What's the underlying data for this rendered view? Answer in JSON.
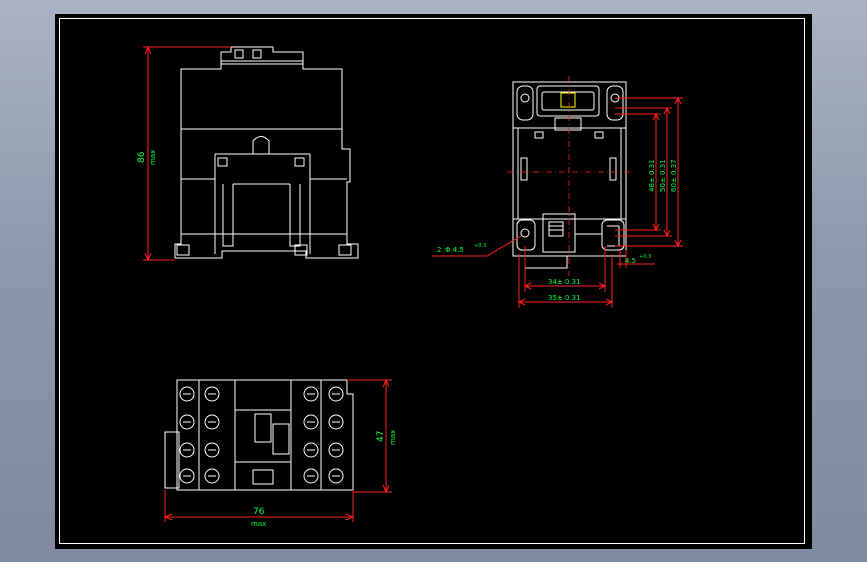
{
  "colors": {
    "background": "#000000",
    "frame": "#ffffff",
    "outline": "#ffffff",
    "dimension": "#ff2020",
    "dimension_text": "#00ff40",
    "accent": "#ffff00"
  },
  "front_view": {
    "height_value": "86",
    "height_unit": "max"
  },
  "side_view": {
    "dim_48": "48± 0.31",
    "dim_50": "50± 0.31",
    "dim_60": "60± 0.37",
    "dim_34": "34± 0.31",
    "dim_35": "35± 0.31",
    "hole_label": "2",
    "hole_diameter": "Φ 4.5",
    "hole_tol": "+0.3",
    "slot_width": "4.5",
    "slot_tol": "+0.3"
  },
  "top_view": {
    "width_value": "76",
    "width_unit": "max",
    "depth_value": "47",
    "depth_unit": "max"
  }
}
